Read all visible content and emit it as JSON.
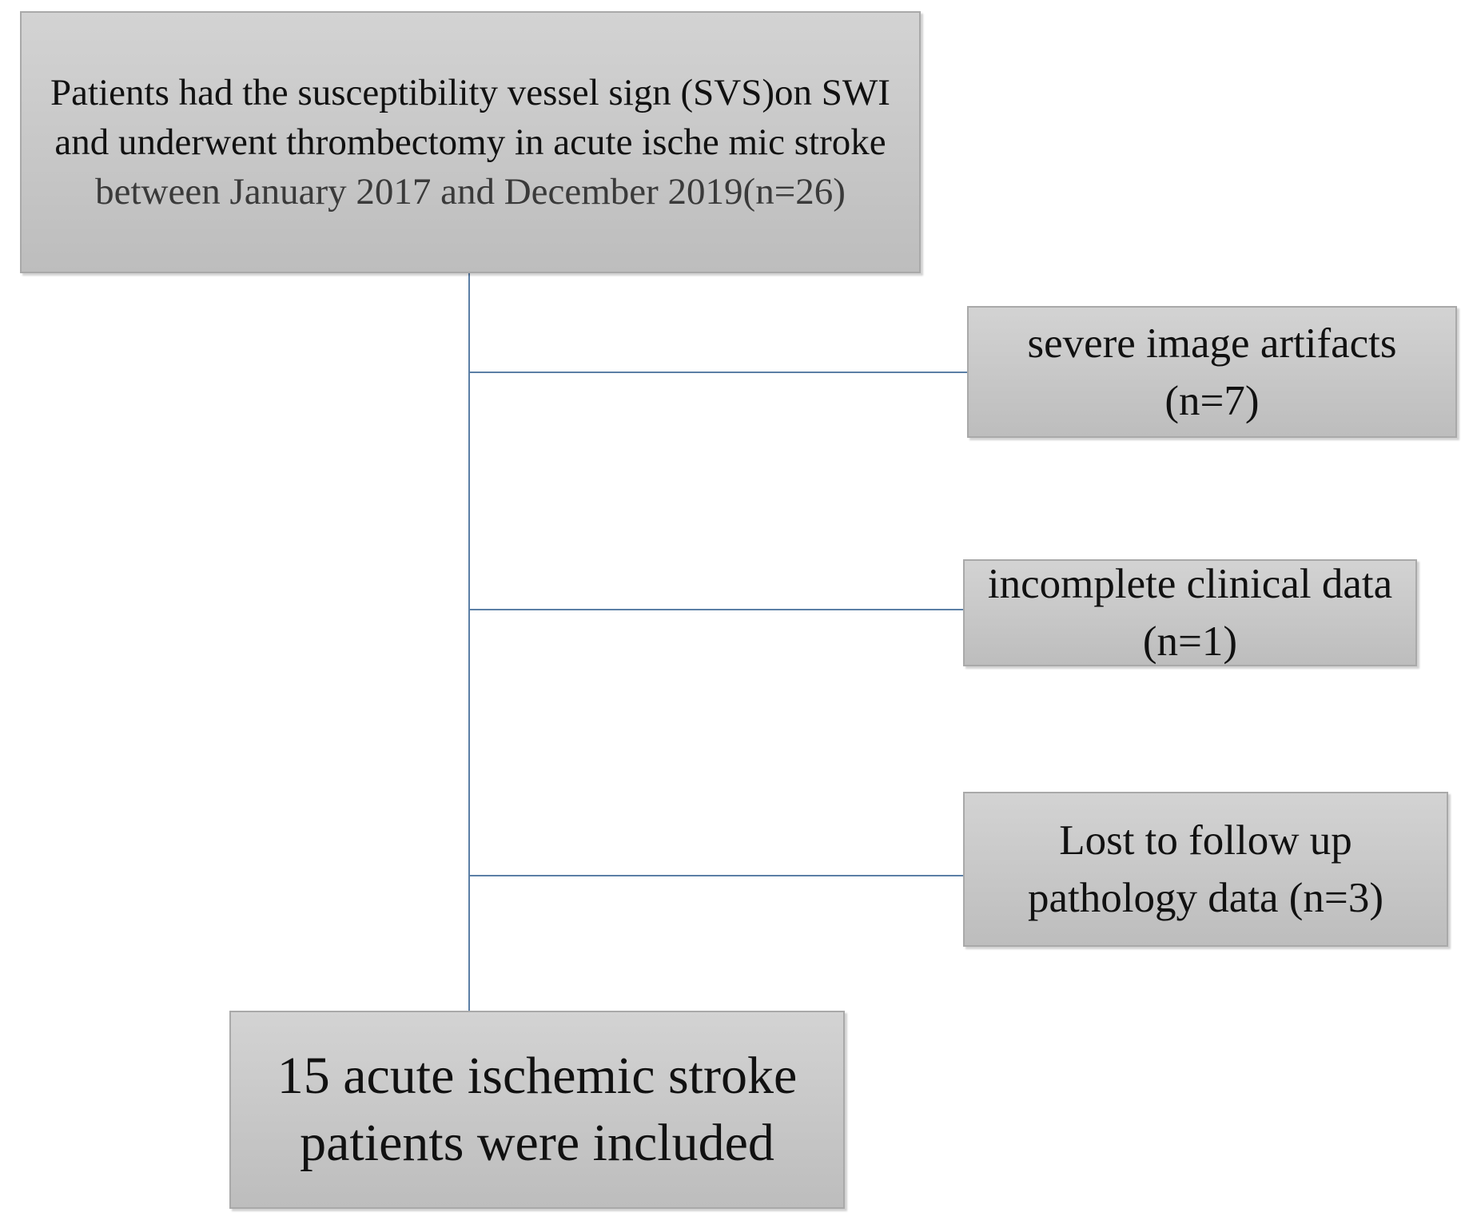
{
  "flowchart": {
    "start": {
      "text_part1": "Patients had the susceptibility vessel sign (SVS)on SWI and underwent thrombectomy in acute ische mic stroke ",
      "text_part2": "between January 2017 and December 2019(n=26)"
    },
    "exclusions": [
      {
        "text": "severe image artifacts (n=7)"
      },
      {
        "text": "incomplete clinical data (n=1)"
      },
      {
        "text": "Lost to follow up pathology data (n=3)"
      }
    ],
    "result": {
      "text": "15 acute ischemic stroke patients were included"
    }
  },
  "colors": {
    "box_fill": "#c8c8c8",
    "box_border": "#a9a9a9",
    "connector": "#5b7fa6"
  }
}
